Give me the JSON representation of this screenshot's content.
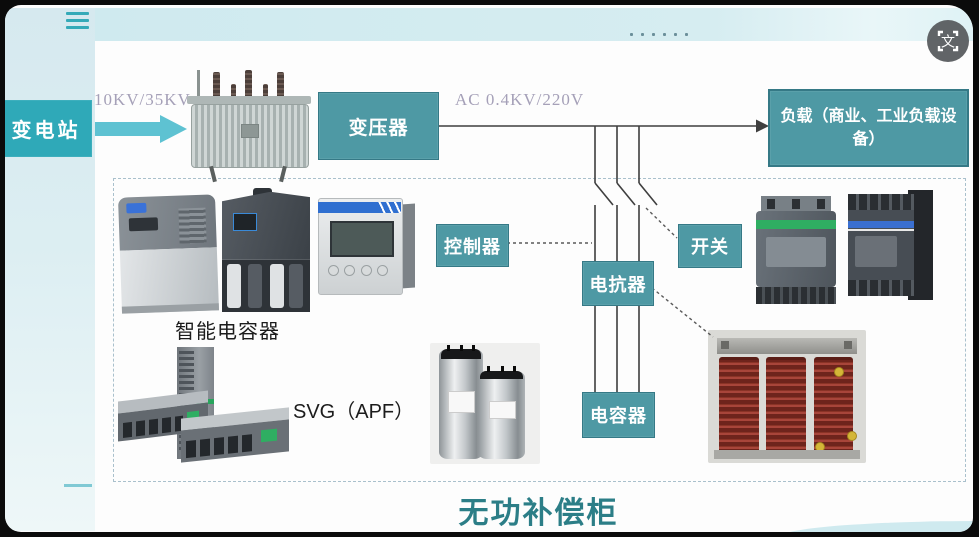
{
  "topbar": {
    "menu_icon": "hamburger-icon",
    "translate_icon_glyph": "文",
    "decor_dots_count": 6
  },
  "flow": {
    "substation_label": "变电站",
    "hv_line_label": "10KV/35KV",
    "transformer_label": "变压器",
    "lv_line_label": "AC 0.4KV/220V",
    "load_label": "负载（商业、工业负载设备）"
  },
  "cabinet": {
    "controller_label": "控制器",
    "switch_label": "开关",
    "reactor_label": "电抗器",
    "capacitor_label": "电容器",
    "smart_capacitor_caption": "智能电容器",
    "svg_apf_caption": "SVG（APF）",
    "cabinet_title": "无功补偿柜"
  },
  "photos": {
    "transformer": "oil-immersed-transformer-photo",
    "smart_capacitors": "smart-capacitor-modules-photo",
    "controller_meter": "power-factor-controller-photo",
    "switches": "contactor-switches-photo",
    "reactor": "series-reactor-photo",
    "capacitors": "cylindrical-capacitors-photo",
    "svg_apf": "svg-apf-modules-photo"
  },
  "colors": {
    "node_fill": "#4E99A4",
    "node_border": "#357986",
    "substation_fill": "#2FA9B8",
    "accent_arrow": "#5EC2D2",
    "title_text": "#2C7E87",
    "line_label_text": "#A5A0B8",
    "wire": "#3F3F3F",
    "top_band": "#CFEAEF",
    "left_panel": "#D6E9EF",
    "dashed_border": "#A9C0CC"
  }
}
